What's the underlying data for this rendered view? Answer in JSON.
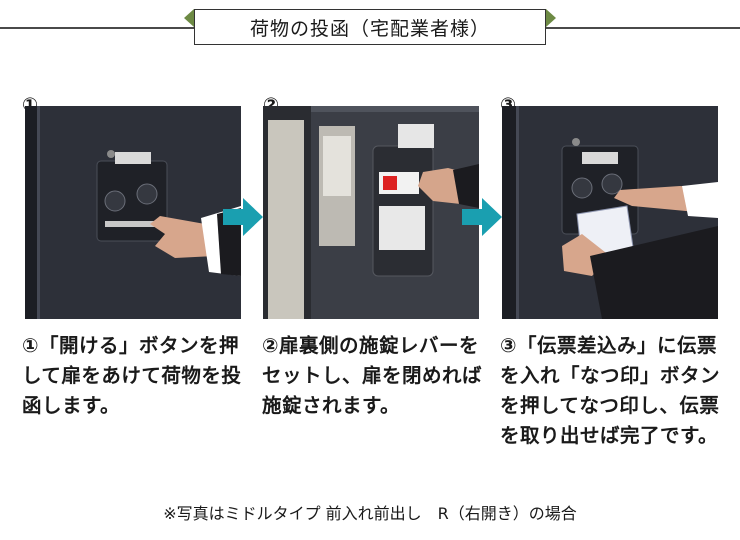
{
  "header": {
    "title": "荷物の投函（宅配業者様）"
  },
  "steps": [
    {
      "num": "①",
      "text": "①「開ける」ボタンを押して扉をあけて荷物を投函します。"
    },
    {
      "num": "②",
      "text": "②扉裏側の施錠レバーをセットし、扉を閉めれば施錠されます。"
    },
    {
      "num": "③",
      "text": "③「伝票差込み」に伝票を入れ「なつ印」ボタンを押してなつ印し、伝票を取り出せば完了です。"
    }
  ],
  "note": "※写真はミドルタイプ 前入れ前出し　R（右開き）の場合",
  "colors": {
    "arrow": "#1a9fb0",
    "panel": "#2d3039",
    "header_tri": "#6d8a44"
  },
  "icons": [
    "step-arrow-icon",
    "step-arrow-icon"
  ]
}
